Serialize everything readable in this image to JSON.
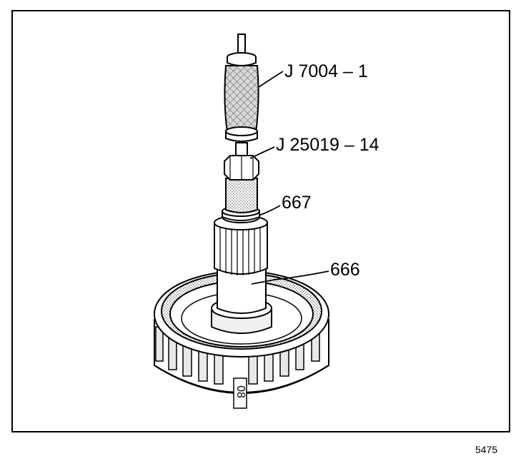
{
  "callouts": {
    "tool_handle": "J 7004 – 1",
    "tool_adapter": "J 25019 – 14",
    "part_667": "667",
    "part_666": "666"
  },
  "drum_marking": "08",
  "figure_number": "5475",
  "colors": {
    "ink": "#000000",
    "paper": "#ffffff",
    "stipple": "#9a9a9a"
  }
}
